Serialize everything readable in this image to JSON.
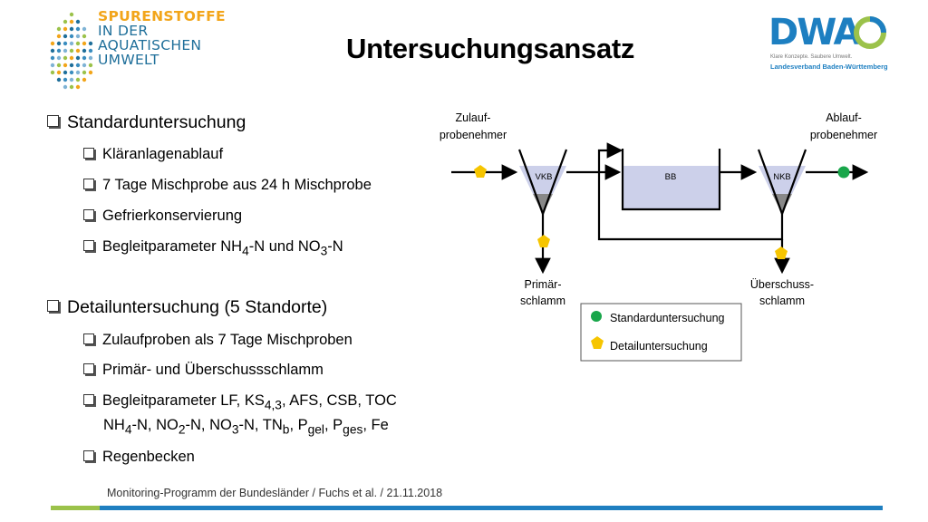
{
  "logo_left": {
    "lines": [
      "SPURENSTOFFE",
      "IN DER",
      "AQUATISCHEN",
      "UMWELT"
    ],
    "orange": "#f2a51a",
    "blue": "#1f6f9a"
  },
  "title": "Untersuchungsansatz",
  "logo_right": {
    "brand": "DWA",
    "tagline": "Klare Konzepte. Saubere Umwelt.",
    "subtitle": "Landesverband Baden-Württemberg",
    "color": "#1d7fc1"
  },
  "bullets": {
    "standard": {
      "heading": "Standarduntersuchung",
      "items": [
        {
          "text": "Kläranlagenablauf"
        },
        {
          "text": "7 Tage Mischprobe aus 24 h Mischprobe"
        },
        {
          "text": "Gefrierkonservierung"
        },
        {
          "pre": "Begleitparameter NH",
          "s1": "4",
          "mid": "-N und NO",
          "s2": "3",
          "post": "-N"
        }
      ]
    },
    "detail": {
      "heading": "Detailuntersuchung (5 Standorte)",
      "items": [
        {
          "text": "Zulaufproben als 7 Tage Mischproben"
        },
        {
          "text": "Primär- und Überschussschlamm"
        },
        {
          "a": "Begleitparameter LF, KS",
          "a_sub": "4,3",
          "b": ", AFS, CSB,  TOC"
        },
        {
          "a": "NH",
          "a_sub": "4",
          "b": "-N, NO",
          "b_sub": "2",
          "c": "-N, NO",
          "c_sub": "3",
          "d": "-N, TN",
          "d_sub": "b",
          "e": ", P",
          "e_sub": "gel",
          "f": ", P",
          "f_sub": "ges",
          "g": ", Fe"
        },
        {
          "text": "Regenbecken"
        }
      ]
    }
  },
  "diagram": {
    "zulauf": [
      "Zulauf-",
      "probenehmer"
    ],
    "ablauf": [
      "Ablauf-",
      "probenehmer"
    ],
    "vkb": "VKB",
    "bb": "BB",
    "nkb": "NKB",
    "primaer": [
      "Primär-",
      "schlamm"
    ],
    "ueberschuss": [
      "Überschuss-",
      "schlamm"
    ],
    "legend_standard": "Standarduntersuchung",
    "legend_detail": "Detailuntersuchung",
    "colors": {
      "standard": "#18a64a",
      "detail": "#f6c500",
      "tank_fill": "#ccd0ea",
      "sludge": "#888888"
    }
  },
  "footer": "Monitoring-Programm der Bundesländer / Fuchs et al. / 21.11.2018"
}
